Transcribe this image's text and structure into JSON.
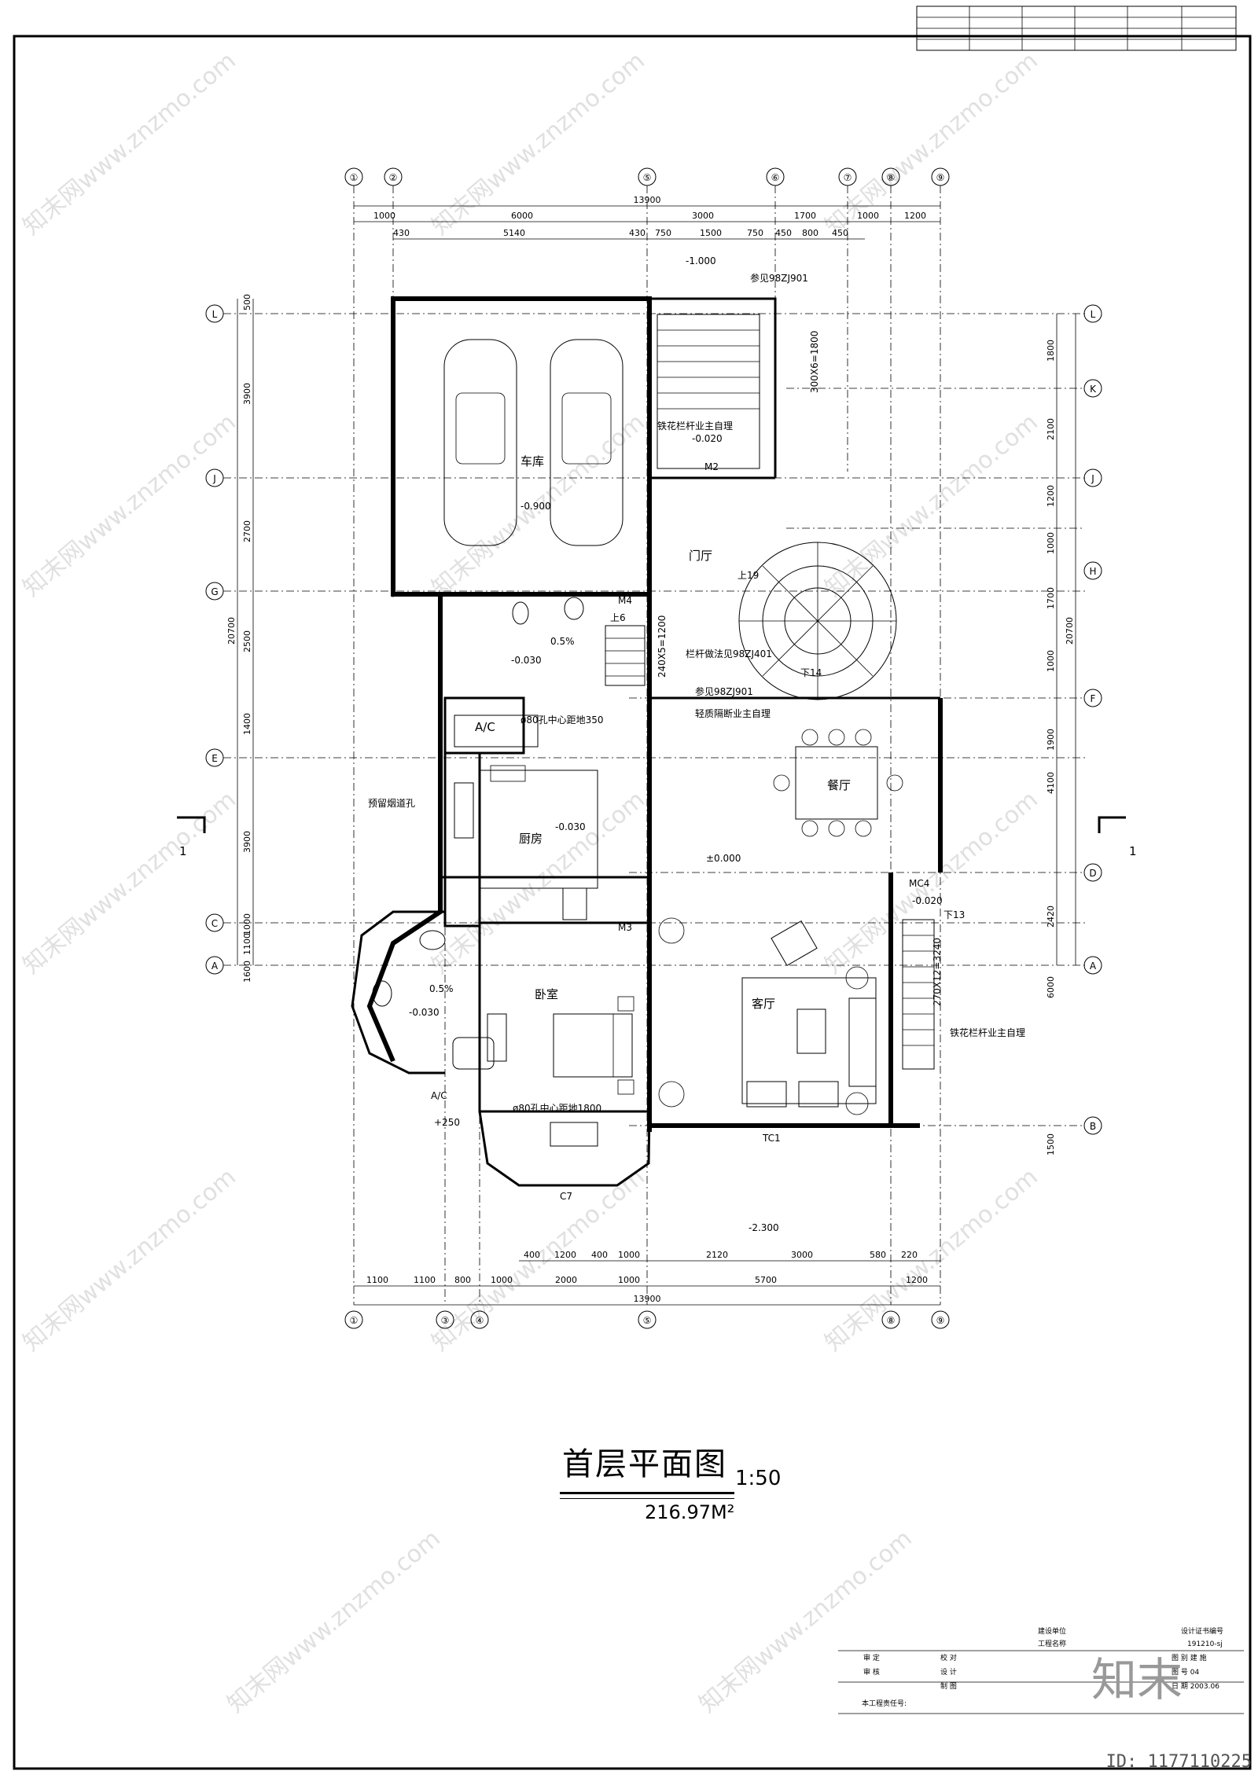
{
  "drawing": {
    "title": "首层平面图",
    "scale": "1:50",
    "area": "216.97M²",
    "id_label": "ID: 1177110225",
    "brand_mark": "知末"
  },
  "grid_top": [
    "①",
    "②",
    "⑤",
    "⑥",
    "⑦",
    "⑧",
    "⑨"
  ],
  "grid_bottom": [
    "①",
    "③",
    "④",
    "⑤",
    "⑧",
    "⑨"
  ],
  "grid_rows": [
    "L",
    "K",
    "J",
    "H",
    "G",
    "F",
    "E",
    "D",
    "C",
    "B",
    "A"
  ],
  "dims_top_overall": "13900",
  "dims_top_row1": [
    "1000",
    "6000",
    "3000",
    "1700",
    "1000",
    "1200"
  ],
  "dims_top_row2": [
    "430",
    "5140",
    "430",
    "750",
    "1500",
    "750",
    "450",
    "800",
    "450"
  ],
  "dims_bottom_row1": [
    "400",
    "1200",
    "400",
    "1000",
    "2120",
    "3000",
    "580",
    "220"
  ],
  "dims_bottom_row2": [
    "1100",
    "1100",
    "800",
    "1000",
    "2000",
    "1000",
    "5700",
    "1200"
  ],
  "dims_bottom_overall": "13900",
  "dims_left_overall": "20700",
  "dims_right_overall": "20700",
  "dims_left": [
    "500",
    "3900",
    "2700",
    "2500",
    "1400",
    "3900",
    "1000",
    "1600",
    "1100"
  ],
  "dims_right": [
    "1800",
    "2100",
    "1200",
    "1000",
    "1700",
    "1000",
    "1900",
    "4100",
    "2420",
    "6000",
    "1500"
  ],
  "rooms": [
    {
      "name": "车库"
    },
    {
      "name": "门厅"
    },
    {
      "name": "餐厅"
    },
    {
      "name": "厨房"
    },
    {
      "name": "卧室"
    },
    {
      "name": "客厅"
    },
    {
      "name": "A/C"
    },
    {
      "name": "A/C"
    }
  ],
  "labels": {
    "garage_level": "-0.900",
    "stair_top_level": "-1.000",
    "entry_level": "-0.020",
    "bath_level": "-0.030",
    "kitchen_level": "-0.030",
    "bath2_level": "-0.030",
    "floor_level": "±0.000",
    "outdoor_level": "-2.300",
    "porch_level": "-0.020",
    "bay_level": "+250",
    "stair_note": "铁花栏杆业主自理",
    "stair_note2": "铁花栏杆业主自理",
    "rail_note": "栏杆做法见98ZJ401",
    "partition_note": "轻质隔断业主自理",
    "hole_note": "ø80孔中心距地350",
    "hole_note2": "ø80孔中心距地1800",
    "flue_note": "预留烟道孔",
    "stair_ref": "参见98ZJ901",
    "stair_ref2": "参见98ZJ901",
    "up19": "上19",
    "up6": "上6",
    "down14": "下14",
    "down13": "下13",
    "stair_calc": "270X12=3240",
    "stair_calc2": "300X6=1800",
    "stair_calc3": "240X5=1200",
    "slope": "0.5%",
    "slope2": "0.5%",
    "door_m2": "M2",
    "door_m3": "M3",
    "door_m4": "M4",
    "door_mc4": "MC4",
    "win_c7": "C7",
    "win_tc1": "TC1",
    "section": "1"
  },
  "title_block": {
    "rows": [
      [
        "建设单位",
        "",
        "设计证书编号"
      ],
      [
        "工程名称",
        "",
        "191210-sj"
      ],
      [
        "审 定",
        "校 对",
        "图 别 建 施"
      ],
      [
        "审 核",
        "设 计",
        "图 号 04"
      ],
      [
        "",
        "制 图",
        "日 期 2003.06"
      ]
    ],
    "footer": "本工程责任号:"
  }
}
